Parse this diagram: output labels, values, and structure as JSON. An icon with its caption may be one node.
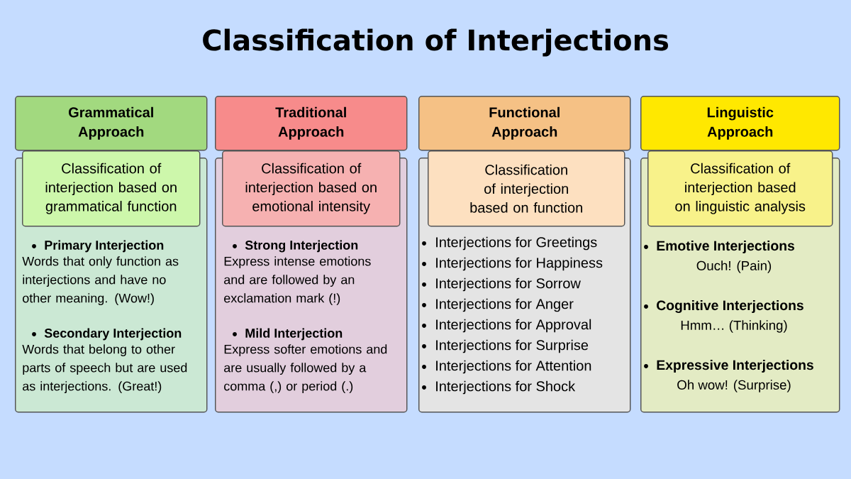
{
  "diagram": {
    "title": "Classification of Interjections",
    "nodes": [
      {
        "text": [
          "Grammatical Approach"
        ]
      },
      {
        "text": [
          "Classification of interjection based on grammatical function"
        ]
      },
      {
        "text": [
          "Primary Interjection",
          "Words that only function as interjections and have no other meaning. (Wow!)",
          "Secondary Interjection",
          "Words that belong to other parts of speech but are used as interjections. (Great!)"
        ]
      },
      {
        "text": [
          "Traditional Approach"
        ]
      },
      {
        "text": [
          "Classification of interjection based on emotional intensity"
        ]
      },
      {
        "text": [
          "Strong Interjection",
          "Express intense emotions and are followed by an exclamation mark (!)",
          "Mild Interjection",
          "Express softer emotions and are usually followed by a comma (,) or period (.)"
        ]
      },
      {
        "text": [
          "Functional Approach"
        ]
      },
      {
        "text": [
          "Classification of interjection based on function"
        ]
      },
      {
        "text": [
          "Interjections for Greetings",
          "Interjections for Happiness",
          "Interjections for Sorrow",
          "Interjections for Anger",
          "Interjections for Approval",
          "Interjections for Surprise",
          "Interjections for Attention",
          "Interjections for Shock"
        ]
      },
      {
        "text": [
          "Linguistic Approach"
        ]
      },
      {
        "text": [
          "Classification of interjection based on linguistic analysis"
        ]
      },
      {
        "text": [
          "Emotive Interjections",
          "Ouch! (Pain)",
          "Cognitive Interjections",
          "Hmm… (Thinking)",
          "Expressive Interjections",
          "Oh wow! (Surprise)"
        ]
      }
    ]
  }
}
